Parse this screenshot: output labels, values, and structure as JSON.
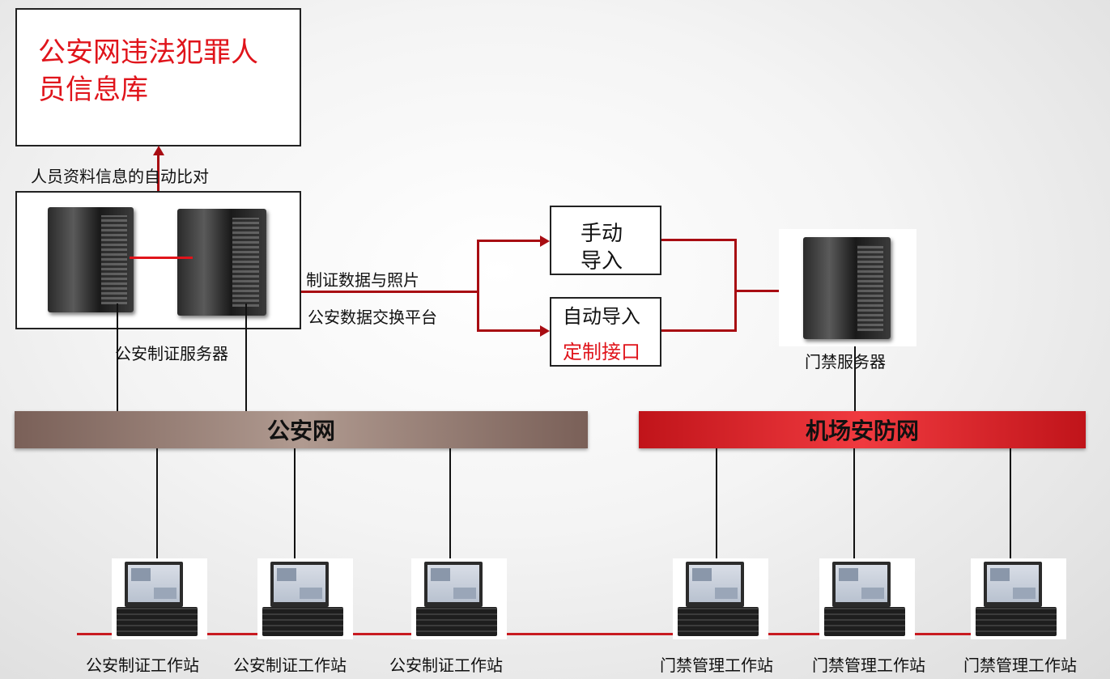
{
  "top_box": {
    "title": "公安网违法犯罪人员信息库"
  },
  "labels": {
    "auto_compare": "人员资料信息的自动比对",
    "police_server": "公安制证服务器",
    "cert_data": "制证数据与照片",
    "exchange_platform": "公安数据交换平台",
    "access_server": "门禁服务器"
  },
  "manual_import": {
    "line1": "手动",
    "line2": "导入"
  },
  "auto_import": {
    "line1": "自动导入",
    "line2": "定制接口"
  },
  "networks": {
    "police": "公安网",
    "airport": "机场安防网"
  },
  "workstations": [
    "公安制证工作站",
    "公安制证工作站",
    "公安制证工作站",
    "门禁管理工作站",
    "门禁管理工作站",
    "门禁管理工作站"
  ],
  "colors": {
    "accent_red": "#e0141b",
    "line_red": "#a80c12",
    "police_bar": "#8a7268",
    "airport_bar": "#d01b22"
  }
}
